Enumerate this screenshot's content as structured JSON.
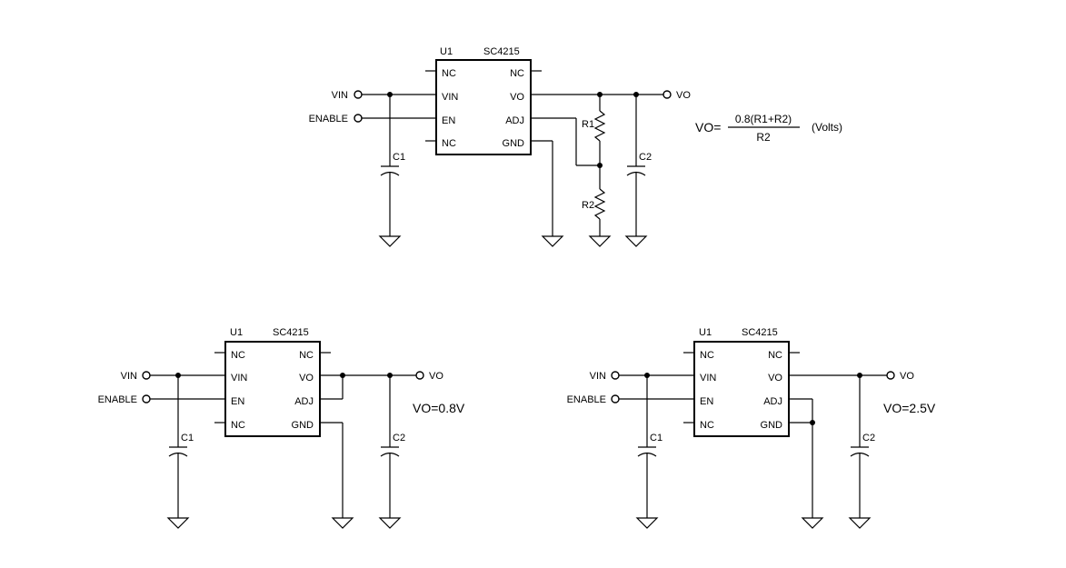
{
  "circuits": [
    {
      "ref": "U1",
      "part": "SC4215",
      "pins_left": [
        "NC",
        "VIN",
        "EN",
        "NC"
      ],
      "pins_right": [
        "NC",
        "VO",
        "ADJ",
        "GND"
      ],
      "net_vin": "VIN",
      "net_enable": "ENABLE",
      "net_vo": "VO",
      "c_in": "C1",
      "c_out": "C2",
      "r_top": "R1",
      "r_bot": "R2"
    },
    {
      "ref": "U1",
      "part": "SC4215",
      "pins_left": [
        "NC",
        "VIN",
        "EN",
        "NC"
      ],
      "pins_right": [
        "NC",
        "VO",
        "ADJ",
        "GND"
      ],
      "net_vin": "VIN",
      "net_enable": "ENABLE",
      "net_vo": "VO",
      "c_in": "C1",
      "c_out": "C2",
      "note": "VO=0.8V"
    },
    {
      "ref": "U1",
      "part": "SC4215",
      "pins_left": [
        "NC",
        "VIN",
        "EN",
        "NC"
      ],
      "pins_right": [
        "NC",
        "VO",
        "ADJ",
        "GND"
      ],
      "net_vin": "VIN",
      "net_enable": "ENABLE",
      "net_vo": "VO",
      "c_in": "C1",
      "c_out": "C2",
      "note": "VO=2.5V"
    }
  ],
  "formula": {
    "lhs": "VO=",
    "numerator": "0.8(R1+R2)",
    "denominator": "R2",
    "unit": "(Volts)"
  }
}
